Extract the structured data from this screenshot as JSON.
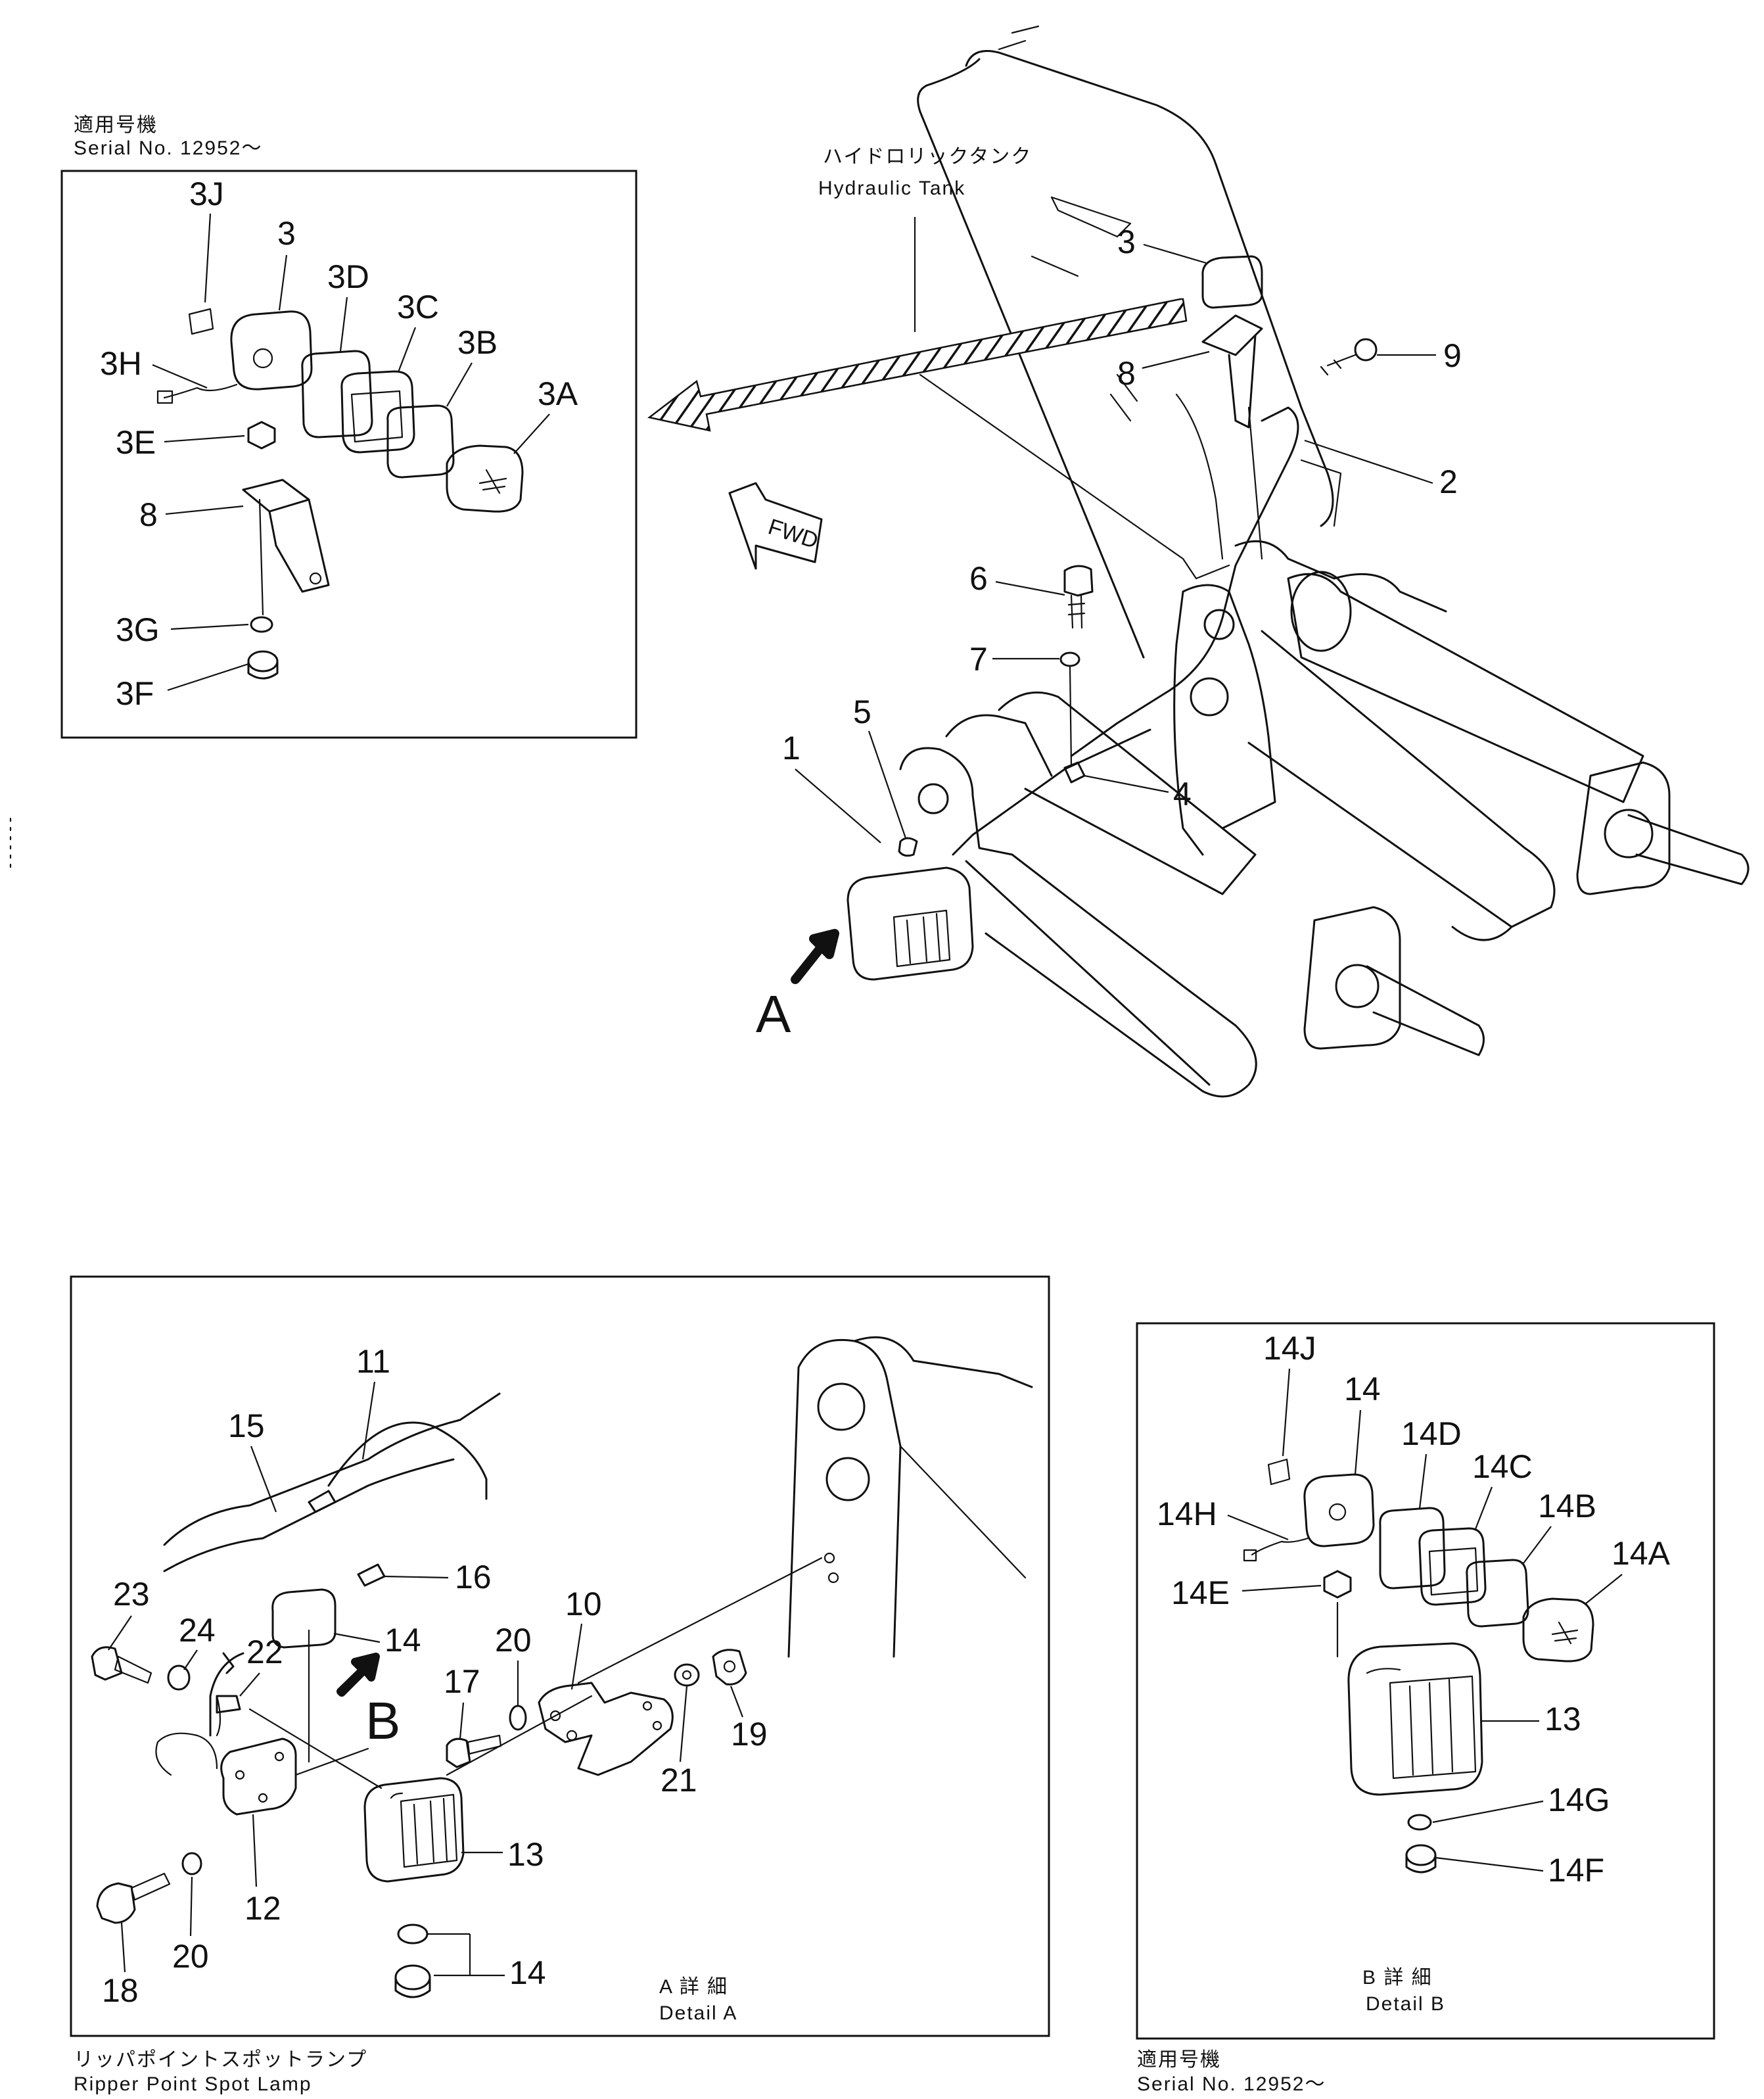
{
  "captions": {
    "top_left_jp": "適用号機",
    "top_left_en": "Serial No. 12952～",
    "tank_jp": "ハイドロリックタンク",
    "tank_en": "Hydraulic Tank",
    "fwd": "FWD",
    "view_a": "A",
    "view_b": "B",
    "detail_a_jp": "A 詳 細",
    "detail_a_en": "Detail A",
    "detail_b_jp": "B 詳 細",
    "detail_b_en": "Detail B",
    "bottom_left_jp": "リッパポイントスポットランプ",
    "bottom_left_en": "Ripper Point Spot Lamp",
    "bottom_right_jp": "適用号機",
    "bottom_right_en": "Serial No. 12952～"
  },
  "callouts": {
    "inset1": [
      "3J",
      "3",
      "3D",
      "3C",
      "3B",
      "3A",
      "3H",
      "3E",
      "8",
      "3G",
      "3F"
    ],
    "main": [
      "3",
      "8",
      "9",
      "2",
      "6",
      "7",
      "5",
      "1",
      "4"
    ],
    "detailA": [
      "11",
      "15",
      "16",
      "23",
      "24",
      "22",
      "14",
      "10",
      "20",
      "17",
      "21",
      "19",
      "13",
      "12",
      "18",
      "20",
      "14"
    ],
    "detailB": [
      "14J",
      "14",
      "14D",
      "14C",
      "14B",
      "14A",
      "14H",
      "14E",
      "13",
      "14G",
      "14F"
    ]
  }
}
